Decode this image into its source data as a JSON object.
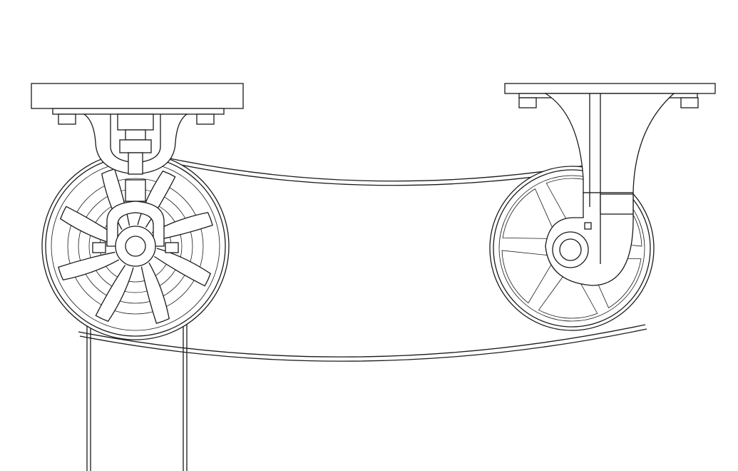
{
  "drawing": {
    "line_color": "#1a1a1a",
    "background": "#ffffff",
    "components": [
      "swivel-caster-wheel",
      "rigid-caster-wheel",
      "belt",
      "cables"
    ]
  }
}
